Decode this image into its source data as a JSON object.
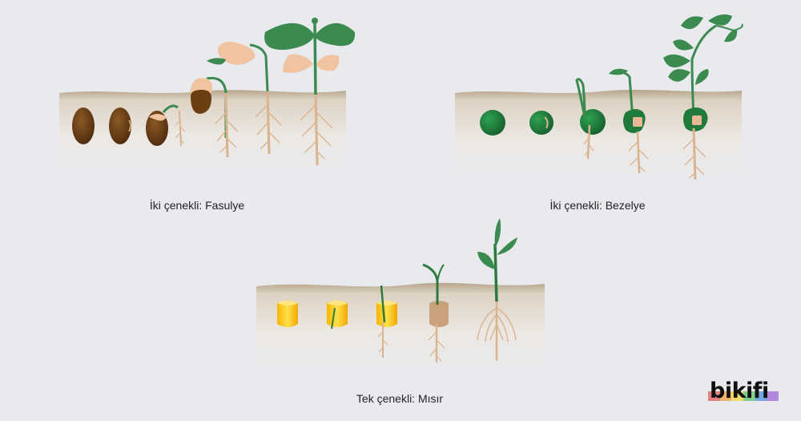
{
  "panels": [
    {
      "id": "bean",
      "caption": "İki çenekli: Fasulye"
    },
    {
      "id": "pea",
      "caption": "İki çenekli: Bezelye"
    },
    {
      "id": "corn",
      "caption": "Tek çenekli: Mısır"
    }
  ],
  "brand": {
    "name": "bikifi",
    "stripe_colors": [
      "#e25b5b",
      "#f0a03c",
      "#f2d43c",
      "#5cc46b",
      "#4c8fe0",
      "#9b6ad6"
    ]
  },
  "colors": {
    "background": "#e9eaee",
    "soil_top": "#b9a88f",
    "leaf_green": "#3b8a4f",
    "pea_green": "#1f7a3c",
    "bean_brown": "#6b3f14",
    "cotyledon": "#f0c4a0",
    "root": "#d9b48e",
    "corn_yellow": "#f5c91c"
  }
}
